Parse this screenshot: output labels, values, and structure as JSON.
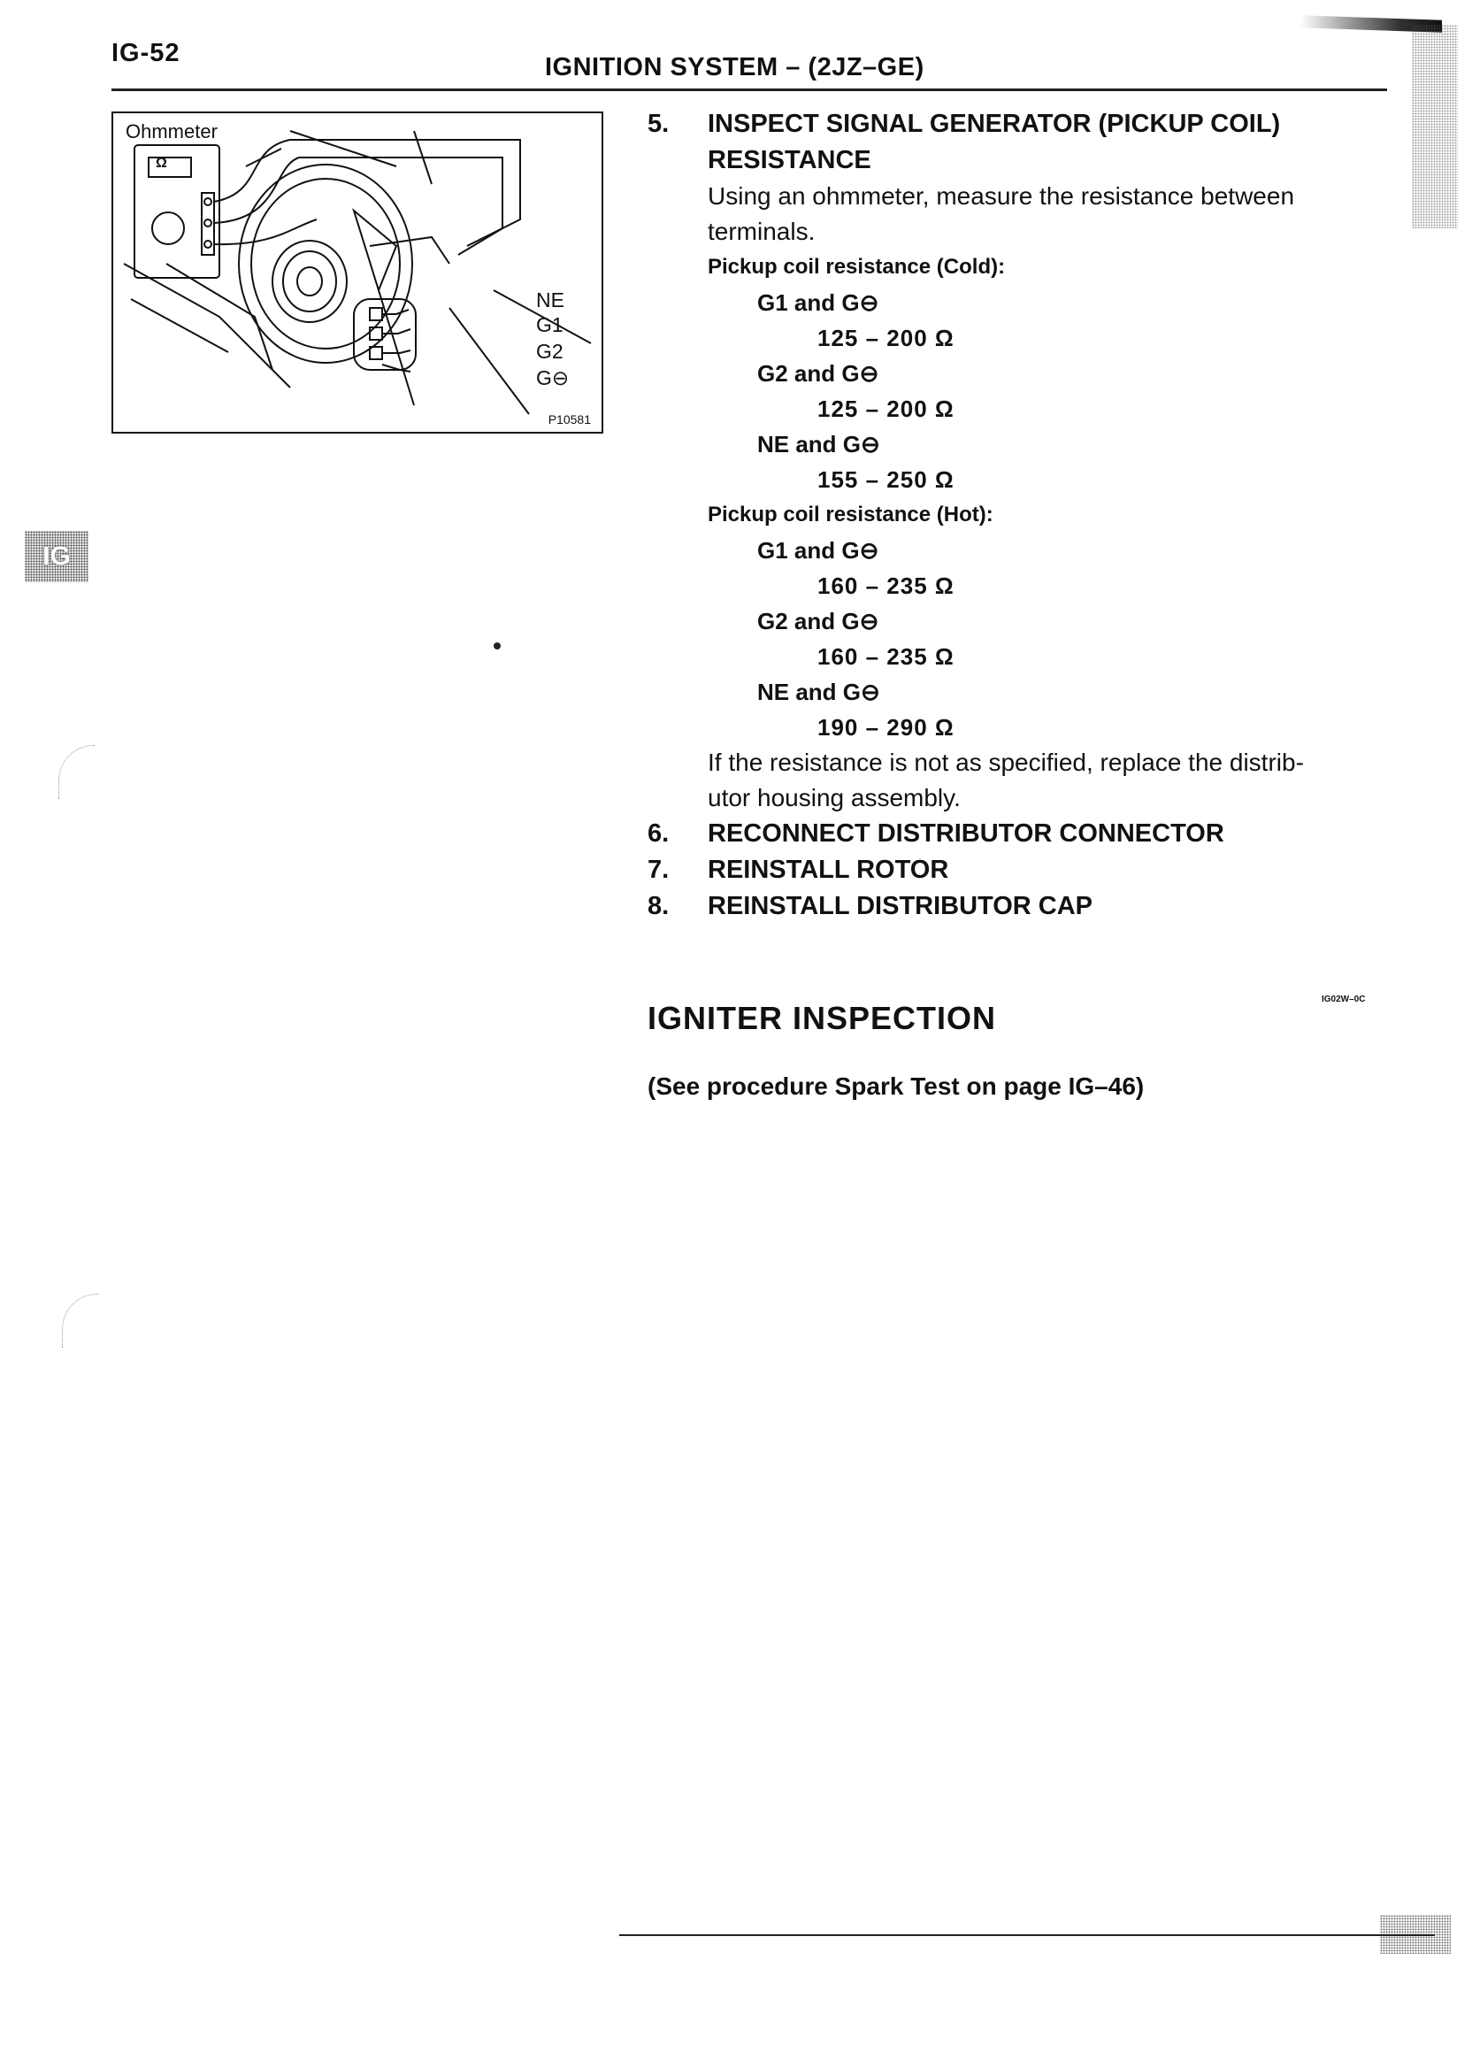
{
  "header": {
    "page_number": "IG-52",
    "running_title": "IGNITION SYSTEM – (2JZ–GE)"
  },
  "side_tab": {
    "label": "IG"
  },
  "illustration": {
    "meter_label": "Ohmmeter",
    "meter_symbol": "Ω",
    "terminals": [
      "NE",
      "G1",
      "G2",
      "G⊖"
    ],
    "figure_code": "P10581"
  },
  "step5": {
    "number": "5.",
    "title_line1": "INSPECT SIGNAL GENERATOR (PICKUP COIL)",
    "title_line2": "RESISTANCE",
    "instruction_line1": "Using an ohmmeter, measure the resistance between",
    "instruction_line2": "terminals.",
    "cold_heading": "Pickup coil resistance (Cold):",
    "cold": [
      {
        "pair": "G1 and G⊖",
        "value": "125 – 200 Ω"
      },
      {
        "pair": "G2 and G⊖",
        "value": "125 – 200 Ω"
      },
      {
        "pair": "NE and G⊖",
        "value": "155 – 250 Ω"
      }
    ],
    "hot_heading": "Pickup coil resistance (Hot):",
    "hot": [
      {
        "pair": "G1 and G⊖",
        "value": "160 – 235 Ω"
      },
      {
        "pair": "G2 and G⊖",
        "value": "160 – 235 Ω"
      },
      {
        "pair": "NE and G⊖",
        "value": "190 – 290 Ω"
      }
    ],
    "note_line1": "If the resistance is not as specified, replace the distrib-",
    "note_line2": "utor housing assembly."
  },
  "steps_after": [
    {
      "number": "6.",
      "title": "RECONNECT DISTRIBUTOR CONNECTOR"
    },
    {
      "number": "7.",
      "title": "REINSTALL ROTOR"
    },
    {
      "number": "8.",
      "title": "REINSTALL DISTRIBUTOR CAP"
    }
  ],
  "igniter": {
    "heading": "IGNITER INSPECTION",
    "code": "IG02W–0C",
    "note": "(See procedure Spark Test on page IG–46)"
  }
}
